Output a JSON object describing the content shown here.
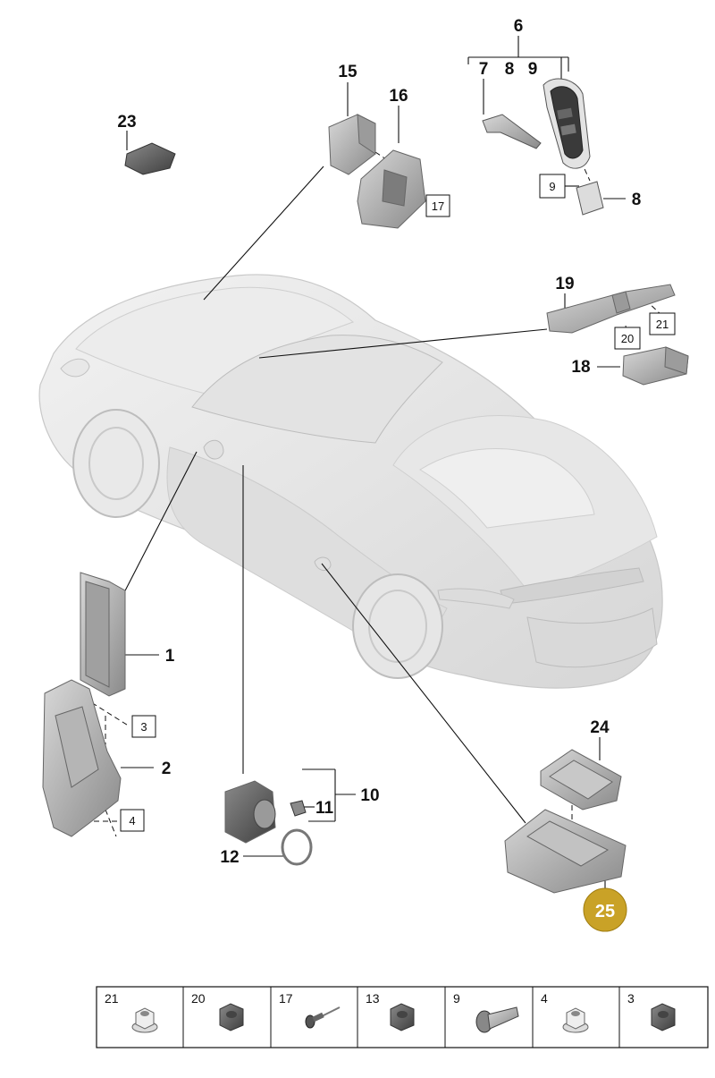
{
  "callouts": {
    "c1": "1",
    "c2": "2",
    "c3": "3",
    "c4": "4",
    "c6": "6",
    "c7": "7",
    "c8a": "8",
    "c9a": "9",
    "c8b": "8",
    "c9b": "9",
    "c10": "10",
    "c11": "11",
    "c12": "12",
    "c15": "15",
    "c16": "16",
    "c17": "17",
    "c18": "18",
    "c19": "19",
    "c20": "20",
    "c21": "21",
    "c23": "23",
    "c24": "24",
    "c25": "25"
  },
  "highlight_color": "#c9a227",
  "hardware_table": {
    "cells": [
      {
        "label": "21",
        "icon": "flange-nut-icon"
      },
      {
        "label": "20",
        "icon": "hex-nut-icon"
      },
      {
        "label": "17",
        "icon": "rivet-icon"
      },
      {
        "label": "13",
        "icon": "hex-nut-icon"
      },
      {
        "label": "9",
        "icon": "screw-icon"
      },
      {
        "label": "4",
        "icon": "flange-nut-icon"
      },
      {
        "label": "3",
        "icon": "hex-nut-icon"
      }
    ]
  }
}
